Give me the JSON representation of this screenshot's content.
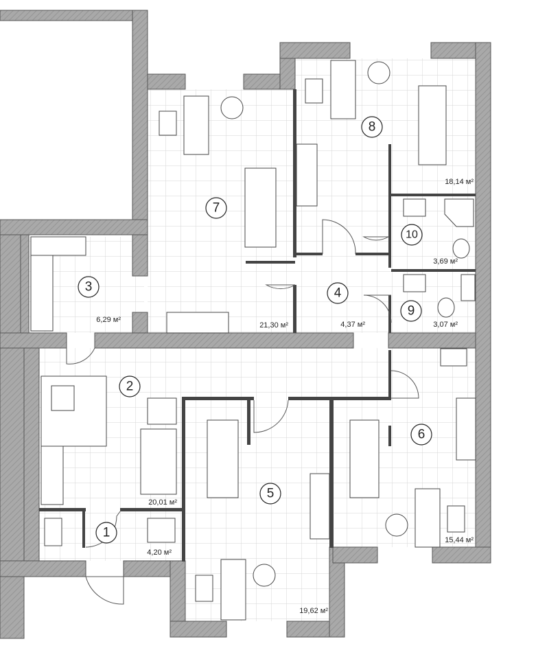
{
  "plan": {
    "units": "м²",
    "rooms": [
      {
        "number": "1",
        "area": "4,20 м²"
      },
      {
        "number": "2",
        "area": "20,01 м²"
      },
      {
        "number": "3",
        "area": "6,29 м²"
      },
      {
        "number": "4",
        "area": "4,37 м²"
      },
      {
        "number": "5",
        "area": "19,62 м²"
      },
      {
        "number": "6",
        "area": "15,44 м²"
      },
      {
        "number": "7",
        "area": "21,30 м²"
      },
      {
        "number": "8",
        "area": "18,14 м²"
      },
      {
        "number": "9",
        "area": "3,07 м²"
      },
      {
        "number": "10",
        "area": "3,69 м²"
      }
    ],
    "colors": {
      "wall": "#a9a9a9",
      "tile_line": "#d6d6d6",
      "ink": "#222222"
    }
  }
}
